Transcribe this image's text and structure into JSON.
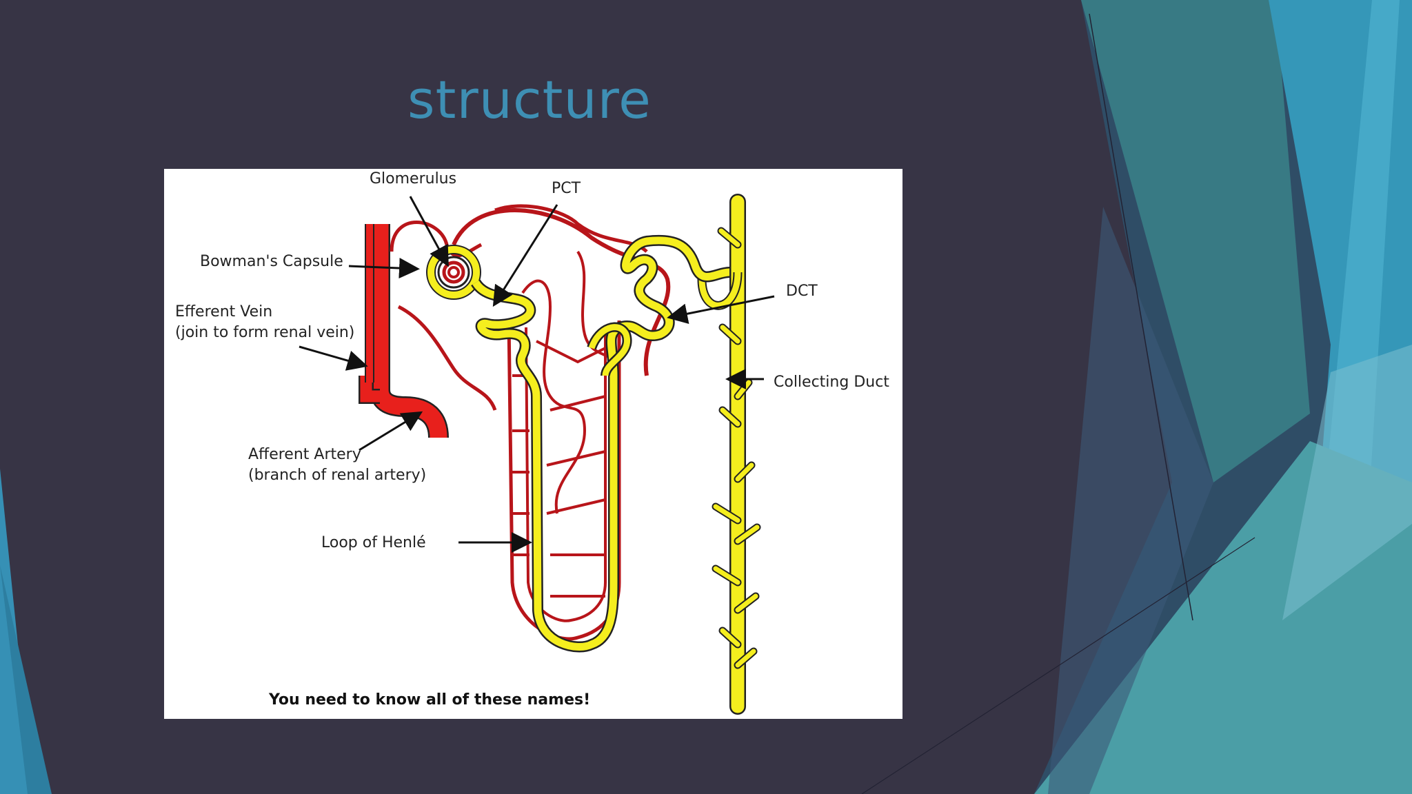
{
  "slide": {
    "title": "structure"
  },
  "diagram": {
    "labels": {
      "glomerulus": "Glomerulus",
      "pct": "PCT",
      "bowmans_capsule": "Bowman's Capsule",
      "efferent_vein_line1": "Efferent Vein",
      "efferent_vein_line2": "(join to form renal vein)",
      "dct": "DCT",
      "collecting_duct": "Collecting Duct",
      "afferent_artery_line1": "Afferent Artery",
      "afferent_artery_line2": "(branch of renal artery)",
      "loop_of_henle": "Loop of Henlé"
    },
    "note": "You need to know all of these names!"
  },
  "colors": {
    "background": "#373445",
    "title": "#3e8fb4",
    "vessel": "#e8201c",
    "tubule": "#f5ee1e"
  }
}
